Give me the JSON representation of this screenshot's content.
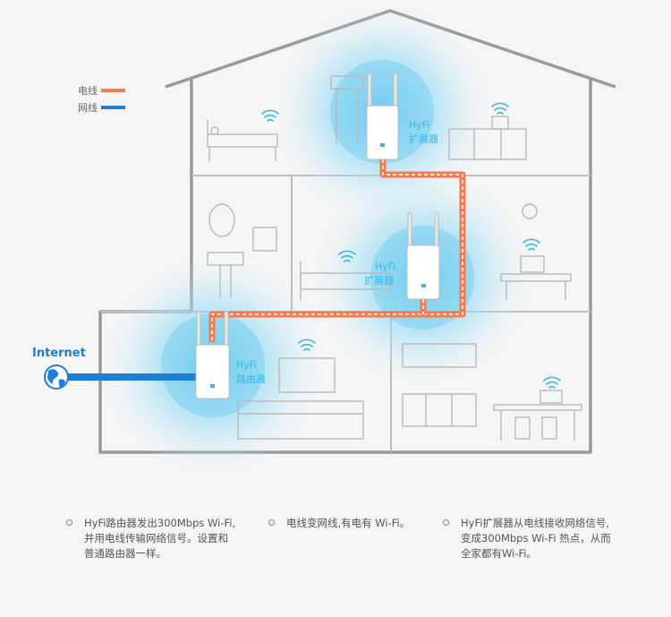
{
  "legend": {
    "power_line": {
      "label": "电线",
      "color": "#f47a4f"
    },
    "network_cable": {
      "label": "网线",
      "color": "#1e7dd6"
    }
  },
  "devices": {
    "router": {
      "line1": "HyFi",
      "line2": "路由器"
    },
    "extender_top": {
      "line1": "HyFi",
      "line2": "扩展器"
    },
    "extender_middle": {
      "line1": "HyFi",
      "line2": "扩展器"
    }
  },
  "internet_label": "Internet",
  "captions": [
    {
      "line1": "HyFi路由器发出300Mbps Wi-Fi,",
      "line2": "并用电线传输网络信号。设置和",
      "line3": "普通路由器一样。"
    },
    {
      "line1": "电线变网线,有电有 Wi-Fi。"
    },
    {
      "line1": "HyFi扩展器从电线接收网络信号,",
      "line2": "变成300Mbps Wi-Fi 热点，从而",
      "line3": "全家都有Wi-Fi。"
    }
  ],
  "colors": {
    "signal": "#36b7e8",
    "house_outline": "#9a9a9a",
    "furniture": "#b9b9b9"
  }
}
